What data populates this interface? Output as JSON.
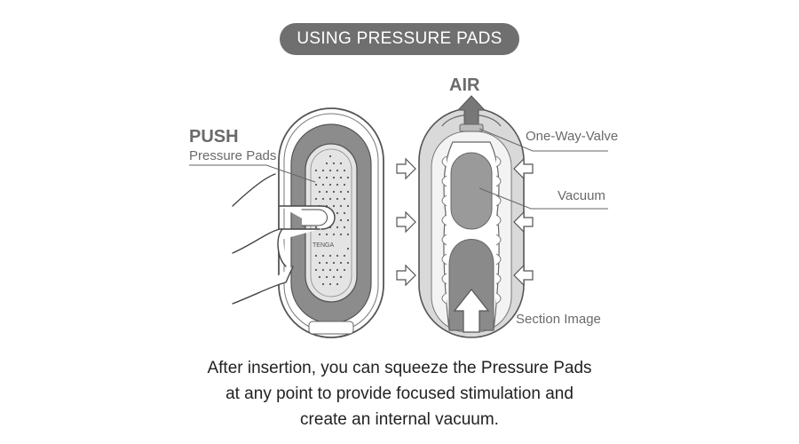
{
  "title": "USING PRESSURE PADS",
  "labels": {
    "push": "PUSH",
    "pressure_pads": "Pressure Pads",
    "air": "AIR",
    "one_way_valve": "One-Way-Valve",
    "vacuum": "Vacuum",
    "section_image": "Section Image",
    "brand": "TENGA"
  },
  "caption": {
    "line1": "After insertion, you can squeeze the Pressure Pads",
    "line2": "at any point to provide focused stimulation and",
    "line3": "create an internal vacuum."
  },
  "colors": {
    "pill": "#6f6f6f",
    "device_dark": "#8c8c8c",
    "device_light": "#d9d9d9",
    "outline": "#555555"
  }
}
